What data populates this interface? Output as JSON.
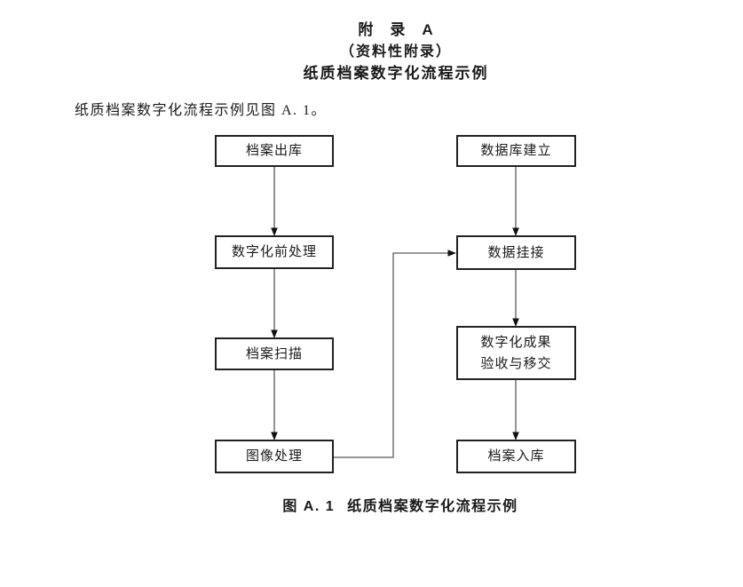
{
  "heading": {
    "appendix": "附　录　A",
    "note": "（资料性附录）",
    "subtitle": "纸质档案数字化流程示例"
  },
  "body": {
    "text": "纸质档案数字化流程示例见图 A. 1。"
  },
  "flowchart": {
    "left": [
      {
        "label": "档案出库"
      },
      {
        "label": "数字化前处理"
      },
      {
        "label": "档案扫描"
      },
      {
        "label": "图像处理"
      }
    ],
    "right": [
      {
        "label": "数据库建立"
      },
      {
        "label": "数据挂接"
      },
      {
        "lines": [
          "数字化成果",
          "验收与移交"
        ]
      },
      {
        "label": "档案入库"
      }
    ],
    "edges": [
      {
        "from": "档案出库",
        "to": "数字化前处理"
      },
      {
        "from": "数字化前处理",
        "to": "档案扫描"
      },
      {
        "from": "档案扫描",
        "to": "图像处理"
      },
      {
        "from": "图像处理",
        "to": "数据挂接"
      },
      {
        "from": "数据库建立",
        "to": "数据挂接"
      },
      {
        "from": "数据挂接",
        "to": "数字化成果验收与移交"
      },
      {
        "from": "数字化成果验收与移交",
        "to": "档案入库"
      }
    ]
  },
  "caption": {
    "number": "图 A. 1",
    "title": "纸质档案数字化流程示例"
  },
  "colors": {
    "background": "#ffffff",
    "box_border": "#212121",
    "arrow_shaft": "#5a5a5a",
    "arrow_head": "#111111",
    "text": "#1a1a1a"
  }
}
